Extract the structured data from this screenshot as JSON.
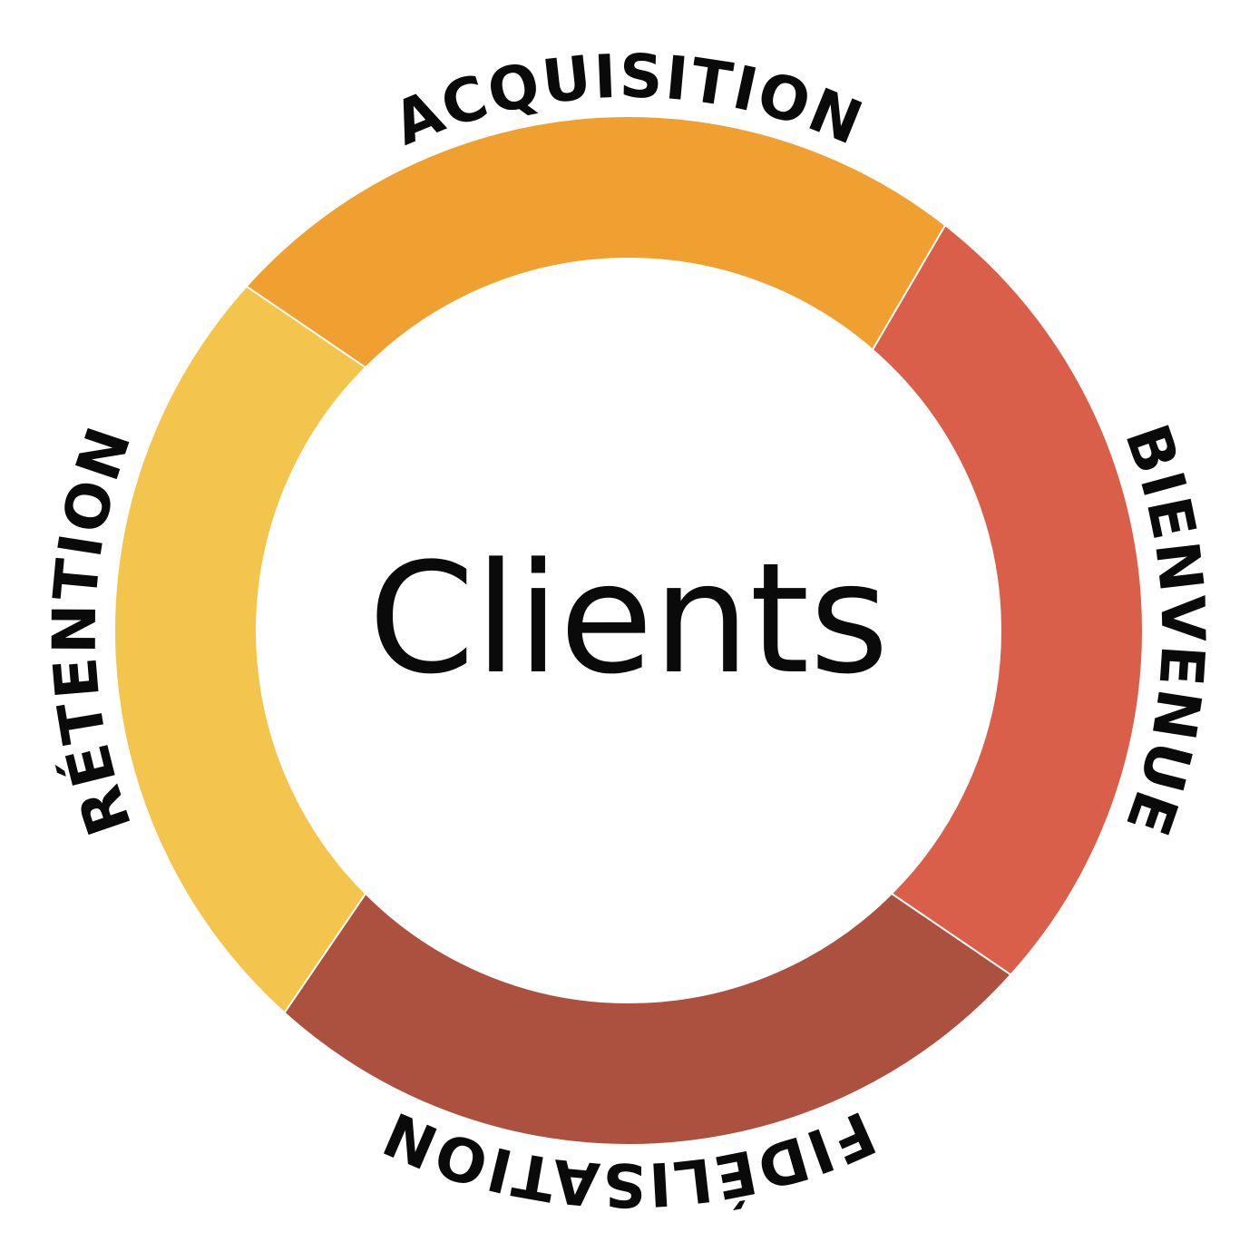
{
  "center": {
    "label": "Clients"
  },
  "stages": [
    {
      "label": "ACQUISITION",
      "color": "#F0A030"
    },
    {
      "label": "BIENVENUE",
      "color": "#DA5F4A"
    },
    {
      "label": "FIDÉLISATION",
      "color": "#AC5040"
    },
    {
      "label": "RÉTENTION",
      "color": "#F4C54D"
    }
  ]
}
